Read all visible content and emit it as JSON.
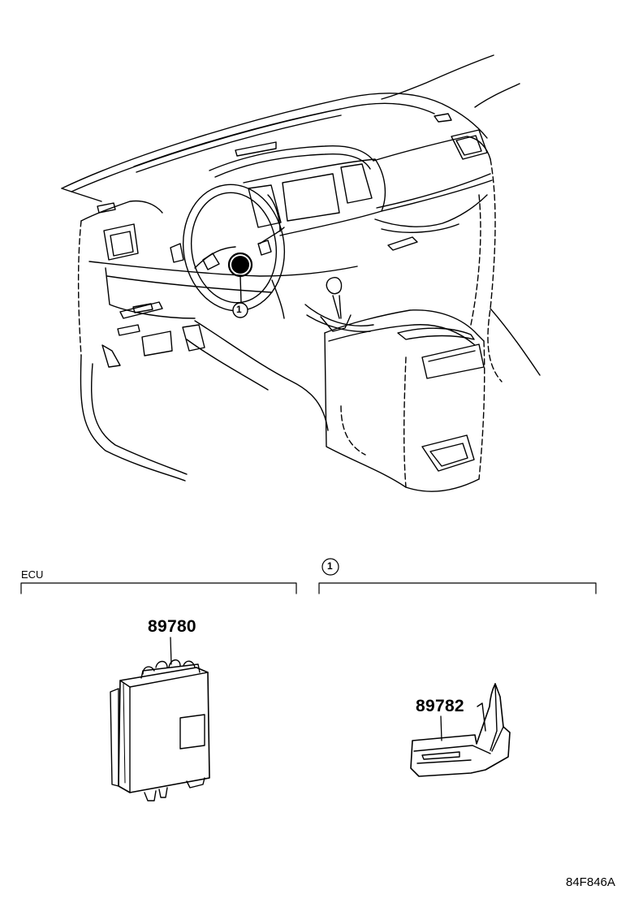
{
  "sections": [
    {
      "title": "ECU",
      "part_numbers": [
        "89780"
      ]
    },
    {
      "title": "1",
      "part_numbers": [
        "89782"
      ]
    }
  ],
  "callout": {
    "text": "1"
  },
  "drawing_code": "84F846A"
}
